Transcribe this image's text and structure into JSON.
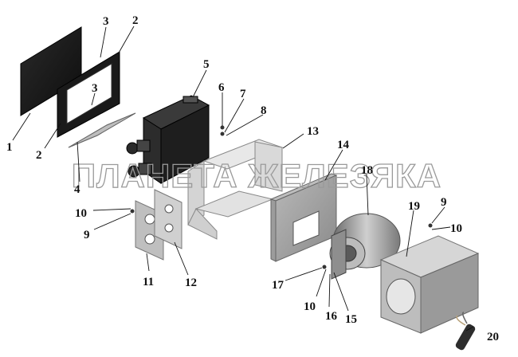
{
  "watermark": "ПЛАНЕТА ЖЕЛЕЗЯКА",
  "callouts": {
    "c1": "1",
    "c2a": "2",
    "c2b": "2",
    "c3a": "3",
    "c3b": "3",
    "c4": "4",
    "c5": "5",
    "c6": "6",
    "c7": "7",
    "c8": "8",
    "c9a": "9",
    "c9b": "9",
    "c10a": "10",
    "c10b": "10",
    "c10c": "10",
    "c11": "11",
    "c12": "12",
    "c13": "13",
    "c14": "14",
    "c15": "15",
    "c16": "16",
    "c17": "17",
    "c18": "18",
    "c19": "19",
    "c20": "20"
  }
}
